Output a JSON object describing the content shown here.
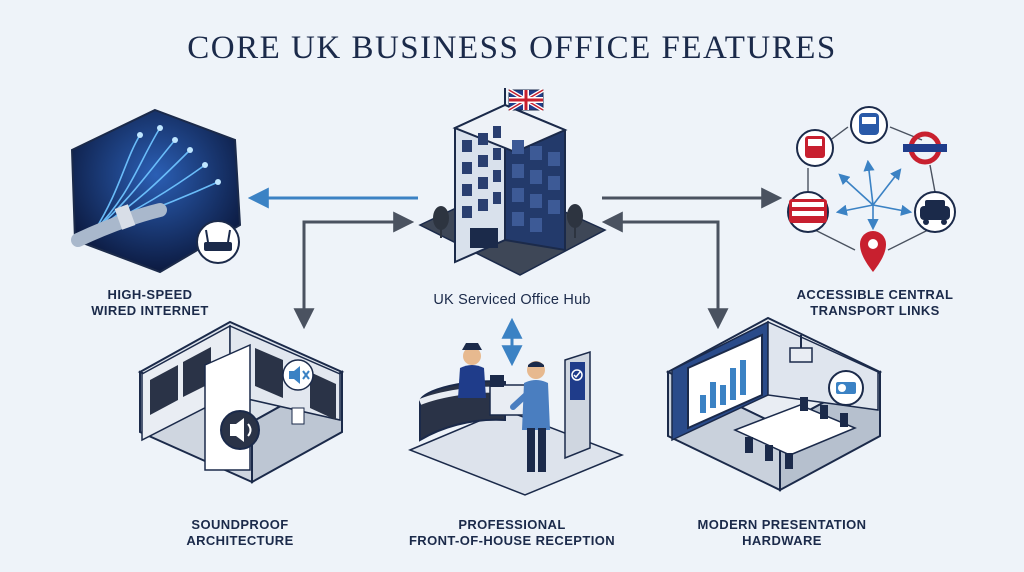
{
  "title": "CORE UK BUSINESS OFFICE FEATURES",
  "hub": {
    "label": "UK Serviced Office Hub"
  },
  "features": {
    "internet": {
      "line1": "HIGH-SPEED",
      "line2": "WIRED INTERNET"
    },
    "transport": {
      "line1": "ACCESSIBLE CENTRAL",
      "line2": "TRANSPORT LINKS"
    },
    "soundproof": {
      "line1": "SOUNDPROOF",
      "line2": "ARCHITECTURE"
    },
    "reception": {
      "line1": "PROFESSIONAL",
      "line2": "FRONT-OF-HOUSE RECEPTION"
    },
    "presentation": {
      "line1": "MODERN PRESENTATION",
      "line2": "HARDWARE"
    }
  },
  "colors": {
    "navy": "#1b2a4a",
    "accent_blue": "#3b82c4",
    "uk_red": "#c8202f",
    "background": "#eef3f9"
  }
}
